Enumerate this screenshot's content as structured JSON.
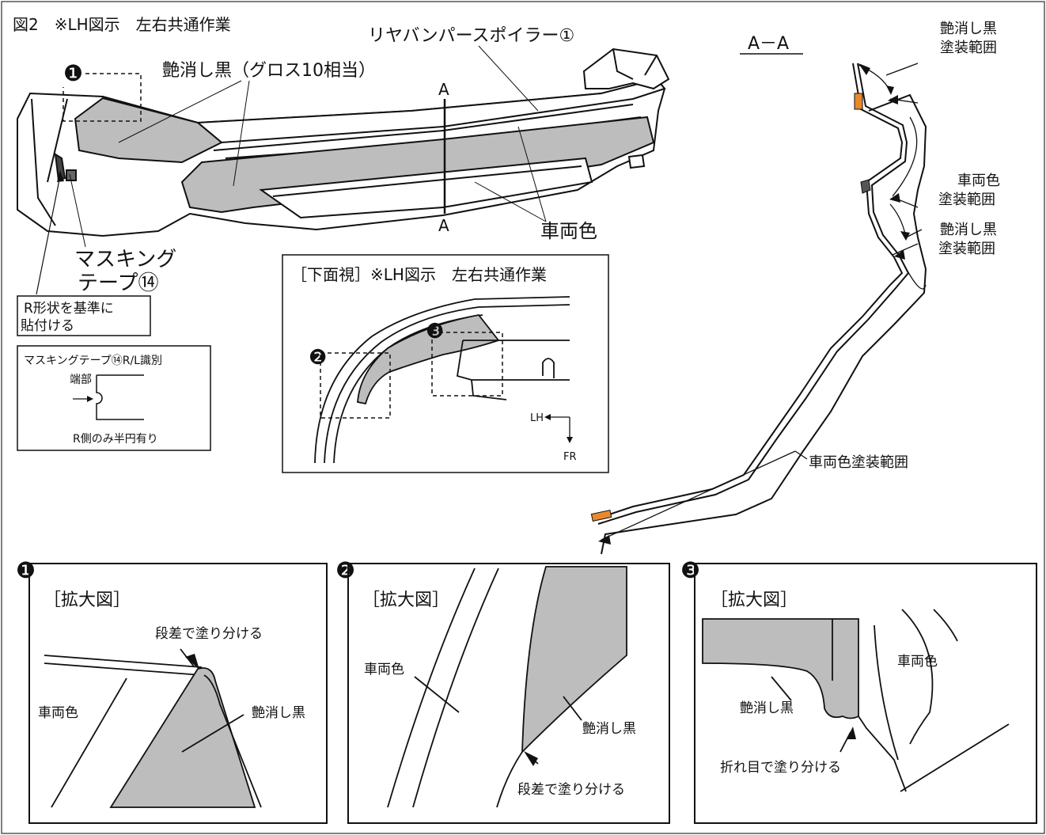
{
  "figure": {
    "title": "図2　※LH図示　左右共通作業",
    "labels": {
      "spoiler": "リヤバンパースポイラー①",
      "matte_black_gloss": "艶消し黒（グロス10相当）",
      "section_A": "A",
      "vehicle_color": "車両色",
      "masking_tape_line1": "マスキング",
      "masking_tape_line2": "テープ⑭"
    },
    "callout_r_shape": {
      "line1": "R形状を基準に",
      "line2": "貼付ける"
    },
    "tape_identification": {
      "title": "マスキングテープ⑭R/L識別",
      "end_label": "端部",
      "note": "R側のみ半円有り"
    },
    "bottom_view": {
      "title": "［下面視］※LH図示　左右共通作業",
      "dir_lh": "LH",
      "dir_fr": "FR"
    },
    "section_view": {
      "title": "A－A",
      "matte_black_range_1": [
        "艶消し黒",
        "塗装範囲"
      ],
      "vehicle_color_range_1": [
        "車両色",
        "塗装範囲"
      ],
      "matte_black_range_2": [
        "艶消し黒",
        "塗装範囲"
      ],
      "vehicle_color_range_2": "車両色塗装範囲"
    },
    "detail_markers": [
      "❶",
      "❷",
      "❸"
    ],
    "detail_panels": [
      {
        "marker": "❶",
        "title": "［拡大図］",
        "step_note": "段差で塗り分ける",
        "left_label": "車両色",
        "right_label": "艶消し黒"
      },
      {
        "marker": "❷",
        "title": "［拡大図］",
        "left_label": "車両色",
        "right_label": "艶消し黒",
        "step_note": "段差で塗り分ける"
      },
      {
        "marker": "❸",
        "title": "［拡大図］",
        "right_label": "車両色",
        "left_label": "艶消し黒",
        "fold_note": "折れ目で塗り分ける"
      }
    ],
    "colors": {
      "matte_black_fill": "#bdbdbd",
      "tape_orange": "#e8892b",
      "line": "#111111"
    }
  }
}
